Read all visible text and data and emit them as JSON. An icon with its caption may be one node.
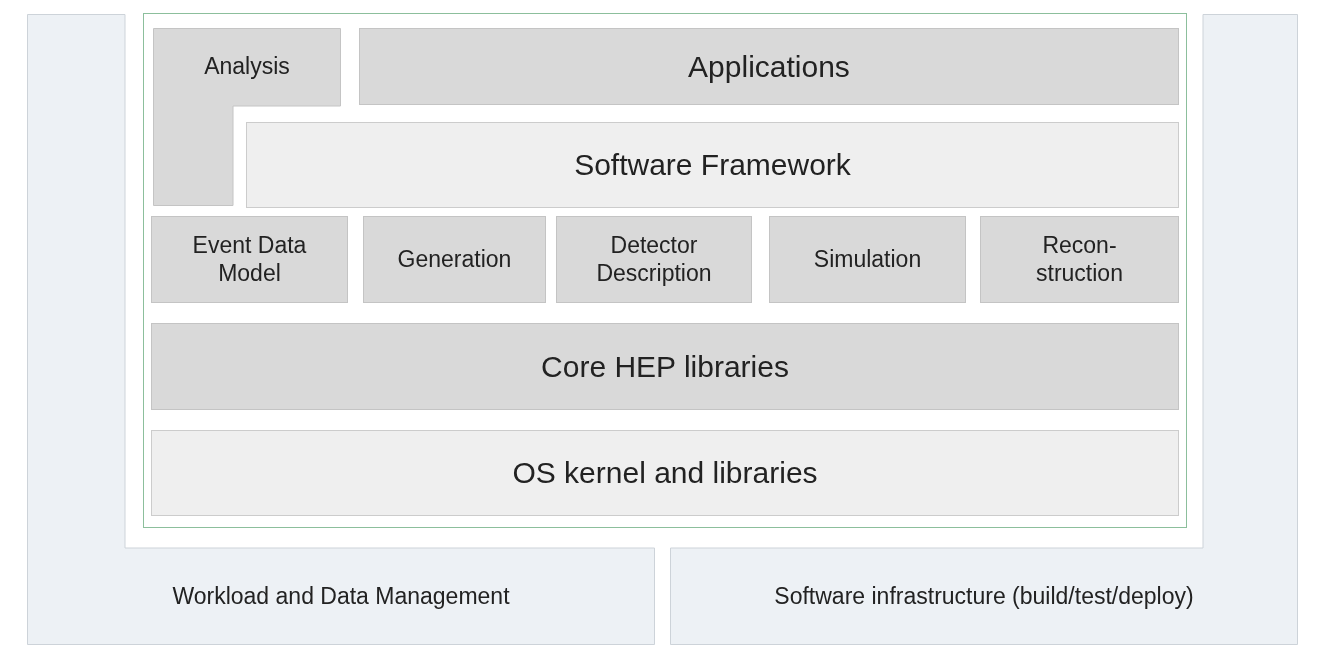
{
  "diagram": {
    "nodes": [
      {
        "text": [
          "Workload and Data Management"
        ]
      },
      {
        "text": [
          "Software infrastructure (build/test/deploy)"
        ]
      },
      {
        "text": [],
        "shape": "box"
      },
      {
        "text": [
          "Analysis"
        ],
        "in": 2
      },
      {
        "text": [
          "Applications"
        ],
        "in": 2
      },
      {
        "text": [
          "Software Framework"
        ],
        "in": 2
      },
      {
        "text": [
          "Event Data Model"
        ],
        "in": 2
      },
      {
        "text": [
          "Generation"
        ],
        "in": 2
      },
      {
        "text": [
          "Detector Description"
        ],
        "in": 2
      },
      {
        "text": [
          "Simulation"
        ],
        "in": 2
      },
      {
        "text": [
          "Recon- struction"
        ],
        "in": 2
      },
      {
        "text": [
          "Core HEP libraries"
        ],
        "in": 2
      },
      {
        "text": [
          "OS kernel and libraries"
        ],
        "in": 2
      }
    ]
  }
}
